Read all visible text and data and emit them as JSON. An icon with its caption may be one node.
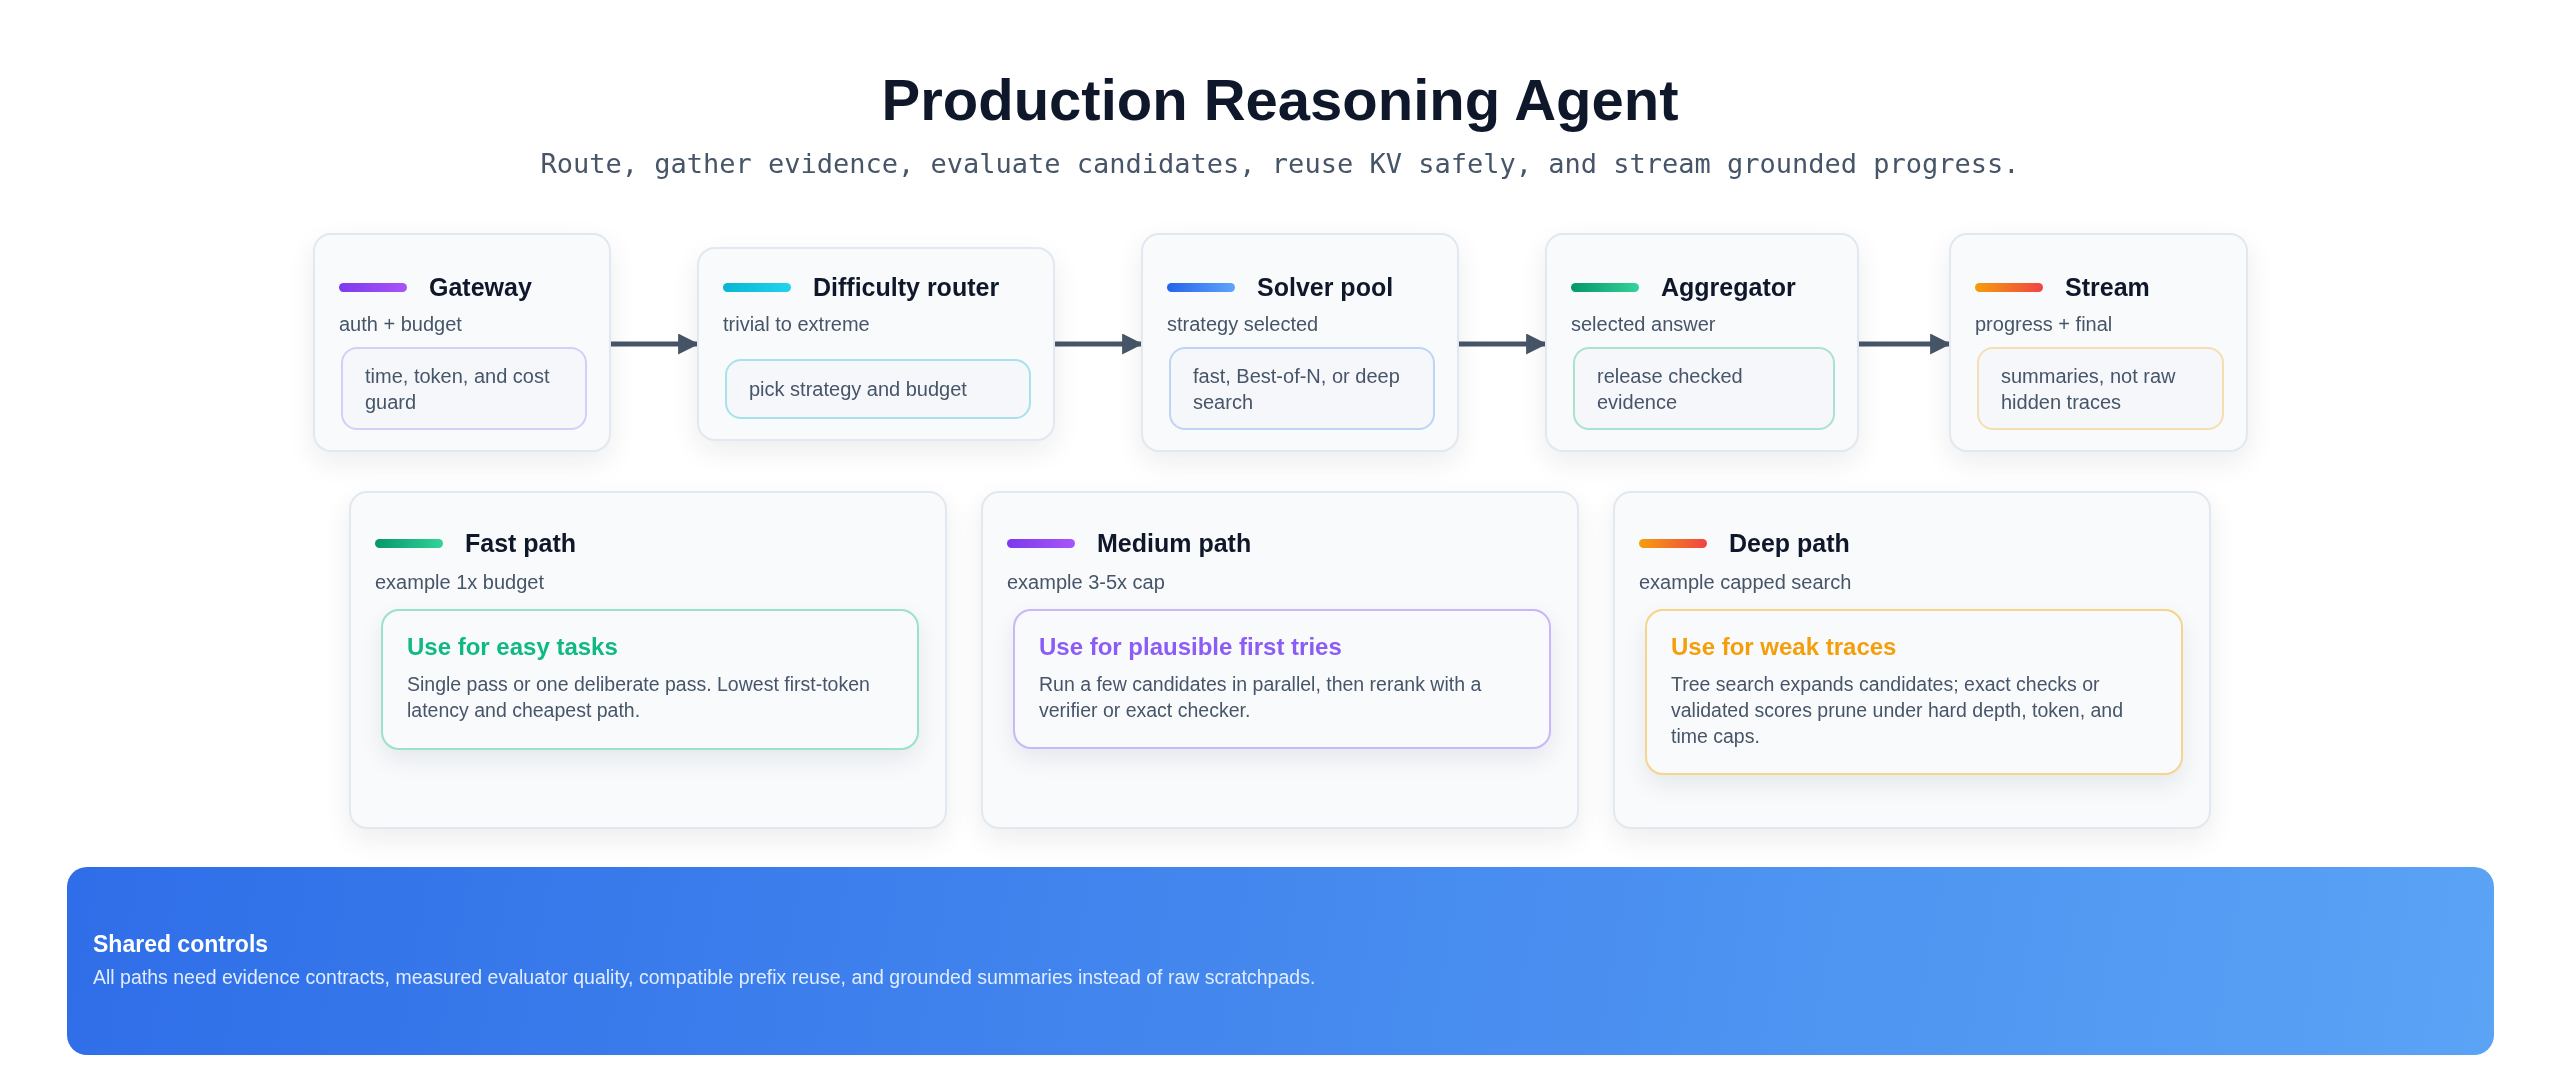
{
  "diagram": {
    "title": "Production Reasoning Agent",
    "caption": "Route, gather evidence, evaluate candidates, reuse KV safely, and stream grounded progress.",
    "nodes": [
      {
        "text": [
          "Gateway",
          "auth + budget"
        ]
      },
      {
        "text": [
          "time, token, and cost guard"
        ],
        "in": 0
      },
      {
        "text": [
          "Difficulty router",
          "trivial to extreme"
        ]
      },
      {
        "text": [
          "pick strategy and budget"
        ],
        "in": 2
      },
      {
        "text": [
          "Solver pool",
          "strategy selected"
        ]
      },
      {
        "text": [
          "fast, Best-of-N, or deep search"
        ],
        "in": 4
      },
      {
        "text": [
          "Aggregator",
          "selected answer"
        ]
      },
      {
        "text": [
          "release checked evidence"
        ],
        "in": 6
      },
      {
        "text": [
          "Stream",
          "progress + final"
        ]
      },
      {
        "text": [
          "summaries, not raw hidden traces"
        ],
        "in": 8
      },
      {
        "text": [
          "Fast path",
          "example 1x budget"
        ]
      },
      {
        "text": [
          "Use for easy tasks",
          "Single pass or one deliberate pass. Lowest first-token latency and cheapest path."
        ],
        "in": 10
      },
      {
        "text": [
          "Medium path",
          "example 3-5x cap"
        ]
      },
      {
        "text": [
          "Use for plausible first tries",
          "Run a few candidates in parallel, then rerank with a verifier or exact checker."
        ],
        "in": 12
      },
      {
        "text": [
          "Deep path",
          "example capped search"
        ]
      },
      {
        "text": [
          "Use for weak traces",
          "Tree search expands candidates; exact checks or validated scores prune under hard depth, token, and time caps."
        ],
        "in": 14
      },
      {
        "text": [
          "Shared controls",
          "All paths need evidence contracts, measured evaluator quality, compatible prefix reuse, and grounded summaries instead of raw scratchpads."
        ]
      }
    ],
    "edges": [
      {
        "from": 0,
        "to": 2,
        "arrow": "to"
      },
      {
        "from": 2,
        "to": 4,
        "arrow": "to"
      },
      {
        "from": 4,
        "to": 6,
        "arrow": "to"
      },
      {
        "from": 6,
        "to": 8,
        "arrow": "to"
      }
    ]
  }
}
